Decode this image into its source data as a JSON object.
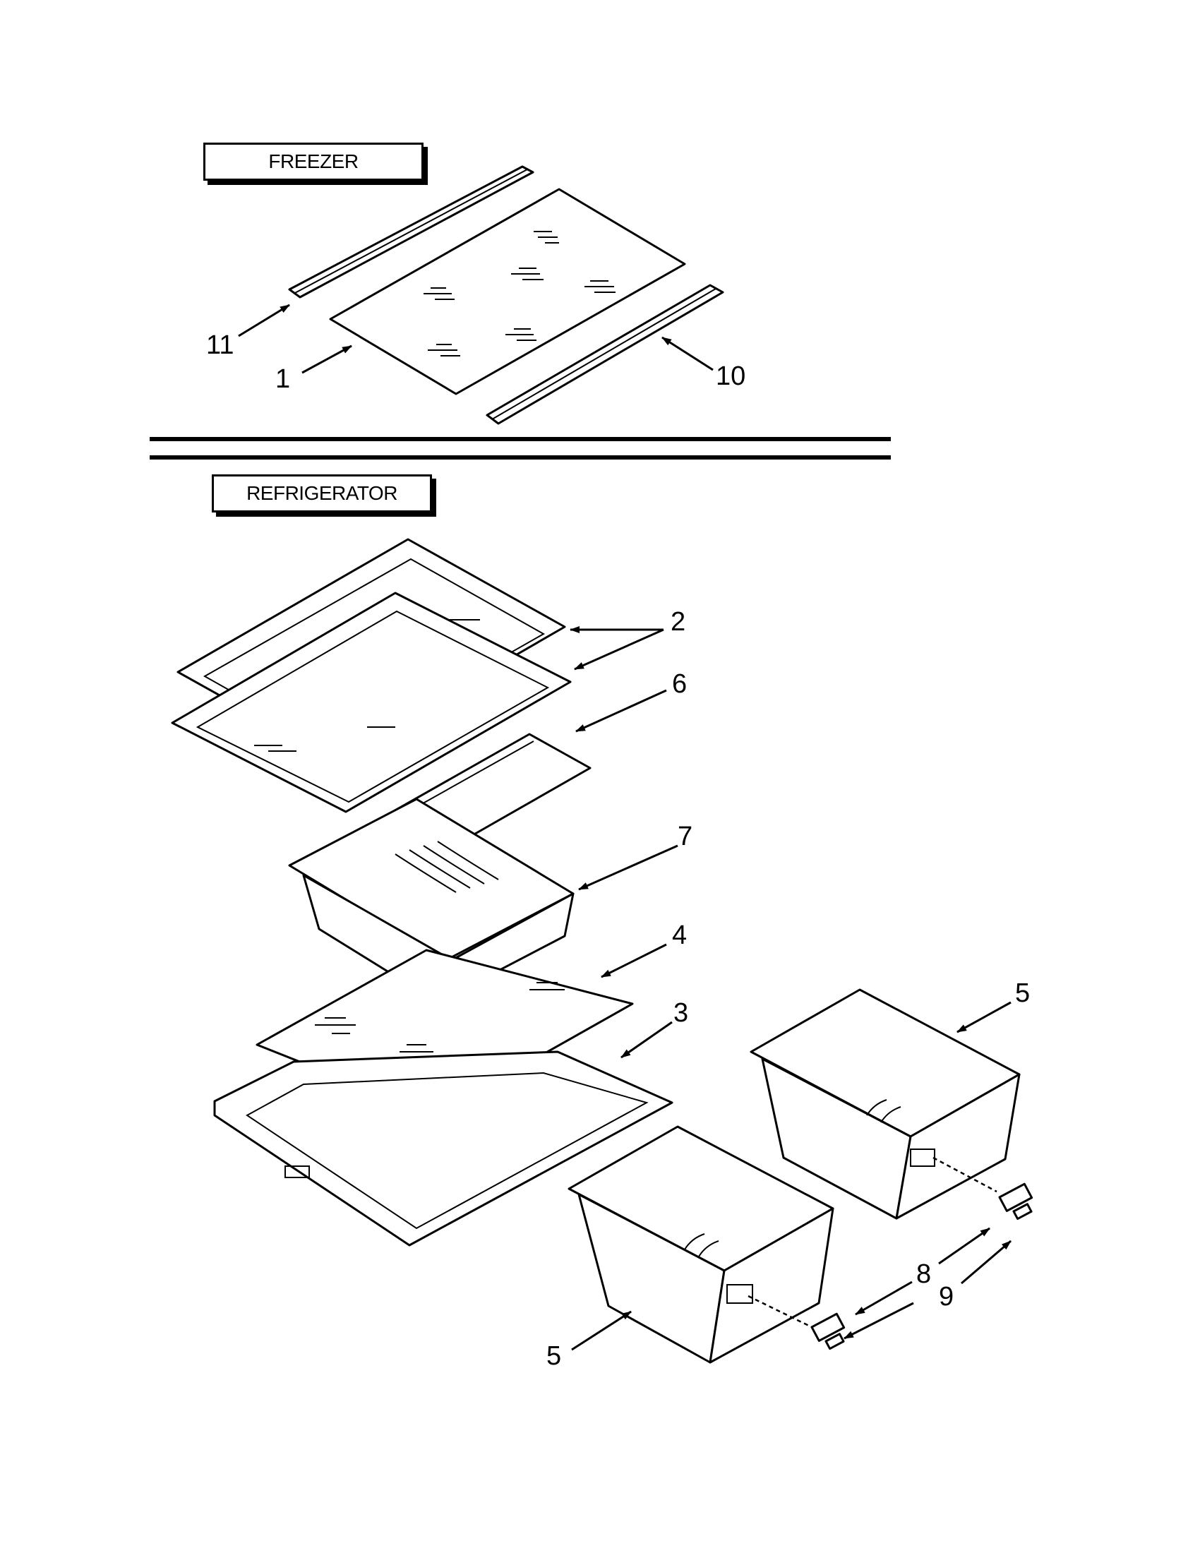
{
  "sections": {
    "freezer": {
      "label": "FREEZER"
    },
    "refrigerator": {
      "label": "REFRIGERATOR"
    }
  },
  "callouts": {
    "c11": "11",
    "c1": "1",
    "c10": "10",
    "c2": "2",
    "c6": "6",
    "c7": "7",
    "c4": "4",
    "c3": "3",
    "c5a": "5",
    "c5b": "5",
    "c8": "8",
    "c9": "9"
  }
}
